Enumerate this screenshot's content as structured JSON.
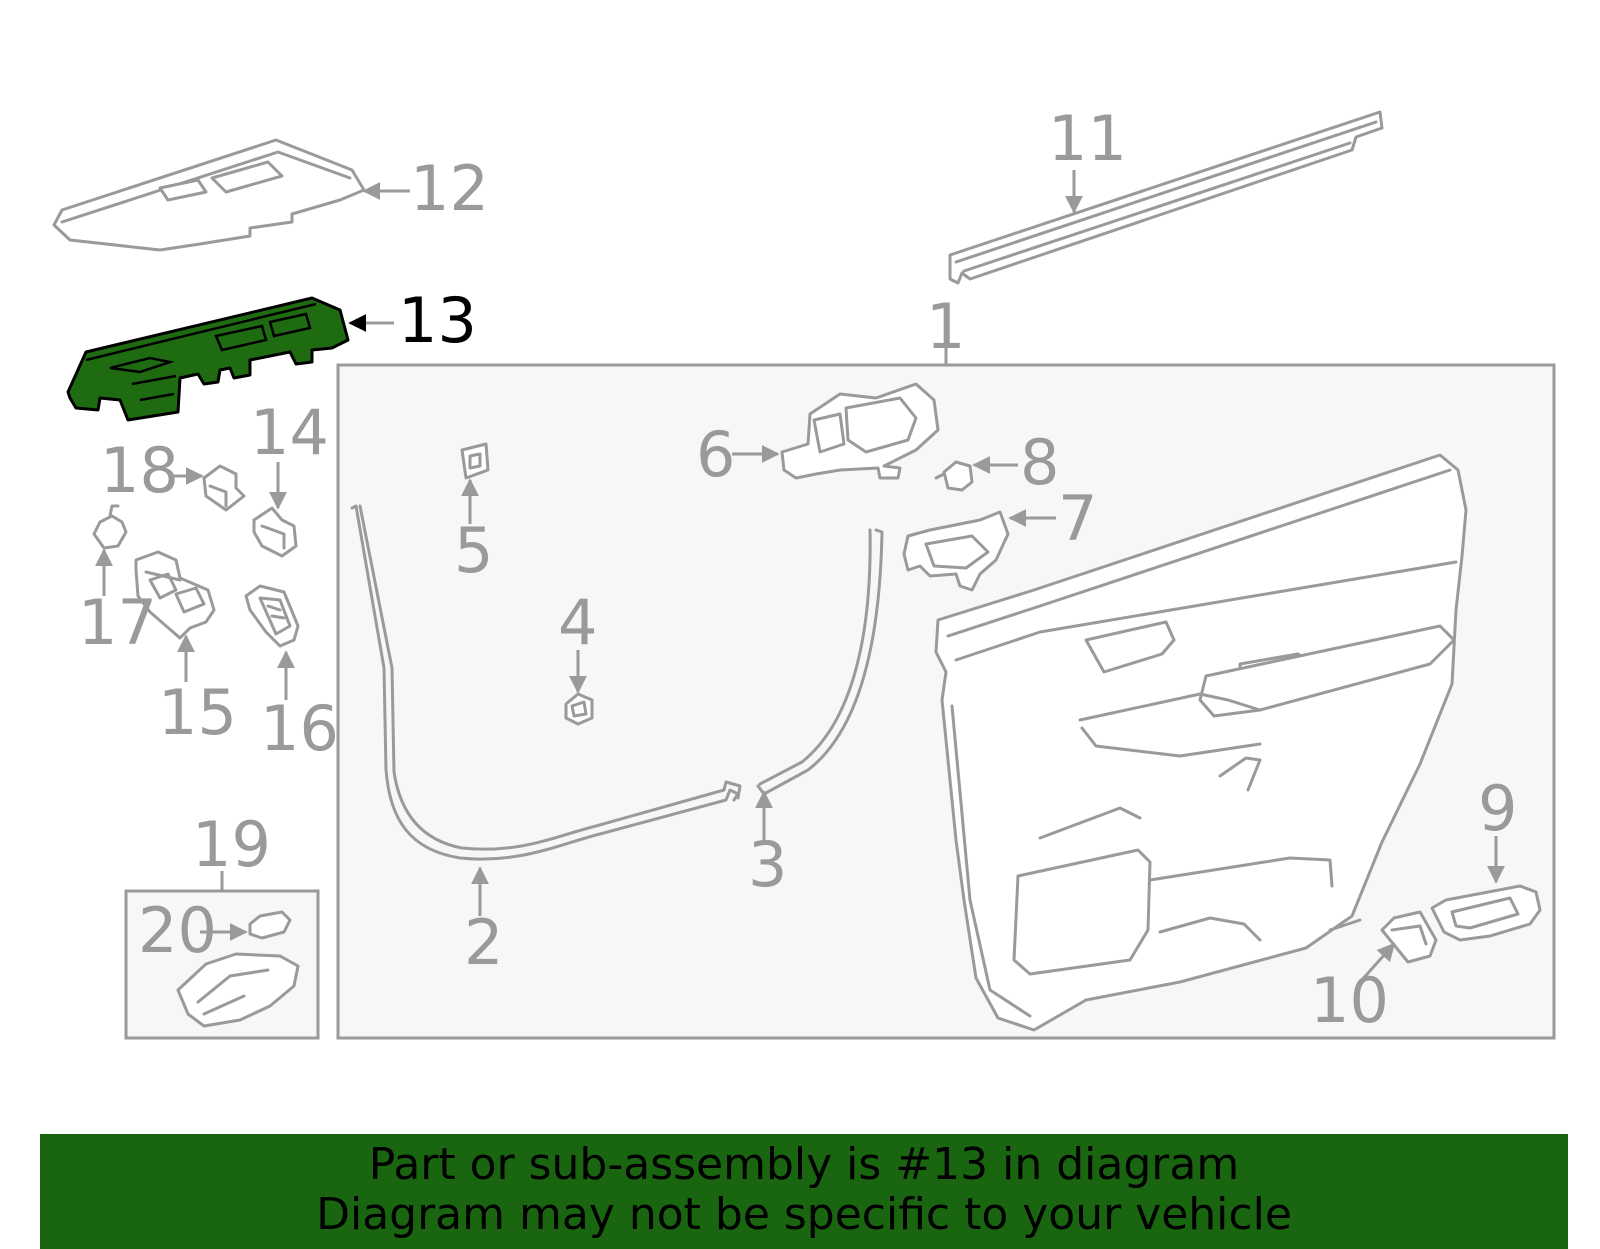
{
  "callouts": {
    "c1": "1",
    "c2": "2",
    "c3": "3",
    "c4": "4",
    "c5": "5",
    "c6": "6",
    "c7": "7",
    "c8": "8",
    "c9": "9",
    "c10": "10",
    "c11": "11",
    "c12": "12",
    "c13": "13",
    "c14": "14",
    "c15": "15",
    "c16": "16",
    "c17": "17",
    "c18": "18",
    "c19": "19",
    "c20": "20"
  },
  "highlighted_part": "13",
  "colors": {
    "highlight_fill": "#1e6b12",
    "banner_bg": "#1a6610",
    "line_gray": "#9a9a9a"
  },
  "banner": {
    "line1": "Part or sub-assembly is #13 in diagram",
    "line2": "Diagram may not be specific to your vehicle"
  }
}
